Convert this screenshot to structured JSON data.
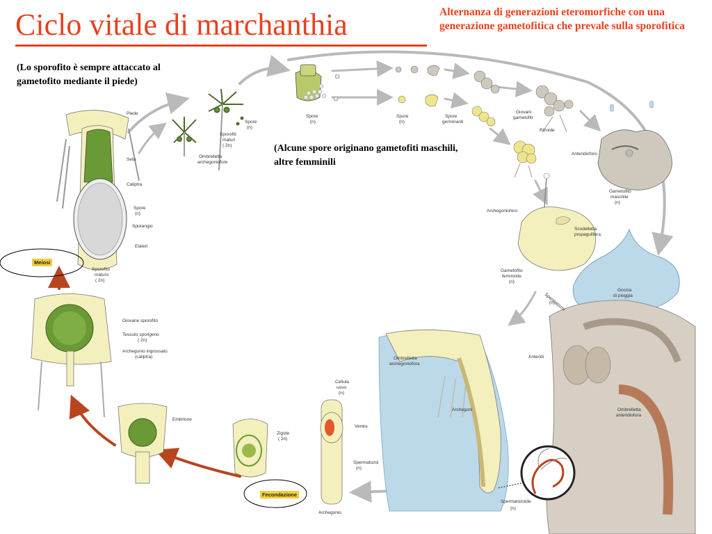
{
  "title": "Ciclo vitale di marchanthia",
  "subtitle": "Alternanza di generazioni eteromorfiche con una generazione gametofitica che prevale sulla sporofitica",
  "notes": {
    "sporophyte": "(Lo sporofito è sempre attaccato al gametofito mediante il piede)",
    "spores": "(Alcune spore originano gametofiti maschili, altre femminili"
  },
  "stages": {
    "meiosi": "Meiosi",
    "fecondazione": "Fecondazione"
  },
  "labels": {
    "piede": "Piede",
    "seta": "Seta",
    "caliptra": "Caliptra",
    "spore_left_1": "Spore",
    "spore_left_2": "(n)",
    "sporangio": "Sporangio",
    "elateri": "Elateri",
    "sporofito_maturo_1": "Sporofito",
    "sporofito_maturo_2": "maturo",
    "sporofito_maturo_3": "( 2n)",
    "giovane_sporofito": "Giovane sporofito",
    "tessuto_1": "Tessuto sporigeno",
    "tessuto_2": "( 2n)",
    "archegonio_ingr_1": "Archegonio ingrossato",
    "archegonio_ingr_2": "(caliptra)",
    "embrione": "Embrione",
    "zigote_1": "Zigote",
    "zigote_2": "( 2n)",
    "cellula_uovo_1": "Cellula",
    "cellula_uovo_2": "uovo",
    "cellula_uovo_3": "(n)",
    "ventre": "Ventre",
    "spermatozoi_1": "Spermatozoi",
    "spermatozoi_2": "(n)",
    "archegonio": "Archegonio",
    "ombrellette_1": "Ombrellette",
    "ombrellette_2": "archegoniofore",
    "spore_top_1": "Spore",
    "spore_top_2": "(n)",
    "sporofiti_maturi_1": "Sporofiti",
    "sporofiti_maturi_2": "maturi",
    "sporofiti_maturi_3": "( 2n)",
    "spore_c_1": "Spore",
    "spore_c_2": "(n)",
    "spore_c2_1": "Spore",
    "spore_c2_2": "(n)",
    "spore_germinanti_1": "Spore",
    "spore_germinanti_2": "germinanti",
    "giovani_gametofiti_1": "Giovani",
    "giovani_gametofiti_2": "gametofiti",
    "rizoide": "Rizoide",
    "anteridioforo": "Anteridioforo",
    "gametofito_maschile_1": "Gametofito",
    "gametofito_maschile_2": "maschile",
    "gametofito_maschile_3": "(n)",
    "archegonioforo": "Archegonioforo",
    "scodelletta_1": "Scodelletta",
    "scodelletta_2": "propagulifera",
    "gametofito_femminile_1": "Gametofito",
    "gametofito_femminile_2": "femminile",
    "gametofito_femminile_3": "(n)",
    "spermatozoi_drop_1": "Spermatozoi",
    "spermatozoi_drop_2": "(n)",
    "goccia_1": "Goccia",
    "goccia_2": "di pioggia",
    "ombrelletta_arch_1": "Ombrelletta",
    "ombrelletta_arch_2": "archegoniofora",
    "archegoni": "Archegoni",
    "anteridi": "Anteridi",
    "ombrelletta_ant_1": "Ombrelletta",
    "ombrelletta_ant_2": "anteridiofora",
    "spermatozoide_1": "Spermatozoide",
    "spermatozoide_2": "(n)"
  },
  "colors": {
    "title": "#e8401c",
    "cycle_arrow_red": "#b8451f",
    "cycle_arrow_grey": "#b9b9b9",
    "sporophyte_green": "#6a9a35",
    "thallus_yellow": "#f4f0bd",
    "thallus_grey": "#cfc8bd",
    "water_blue": "#bcd9e9",
    "badge_yellow": "#f2cf3a",
    "egg_red": "#e4582e"
  }
}
